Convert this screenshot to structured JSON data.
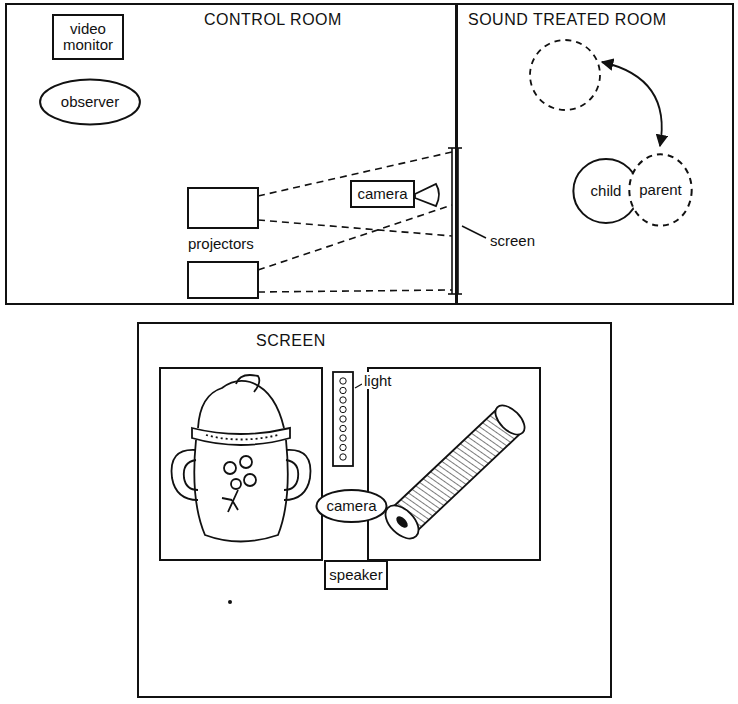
{
  "diagram": {
    "nodes": [
      {
        "text": [
          "CONTROL ROOM"
        ]
      },
      {
        "text": [
          "video monitor"
        ],
        "in": 0
      },
      {
        "text": [
          "observer"
        ],
        "in": 0
      },
      {
        "text": [
          "camera"
        ],
        "in": 0
      },
      {
        "text": [
          "SOUND TREATED ROOM"
        ]
      },
      {
        "text": [
          "child"
        ],
        "in": 4
      },
      {
        "text": [
          "parent"
        ],
        "in": 4
      },
      {
        "text": [
          "SCREEN"
        ]
      },
      {
        "text": [
          "camera"
        ],
        "in": 7
      },
      {
        "text": [
          "speaker"
        ],
        "in": 7
      }
    ],
    "labels": [
      "projectors",
      "screen",
      "light"
    ]
  }
}
